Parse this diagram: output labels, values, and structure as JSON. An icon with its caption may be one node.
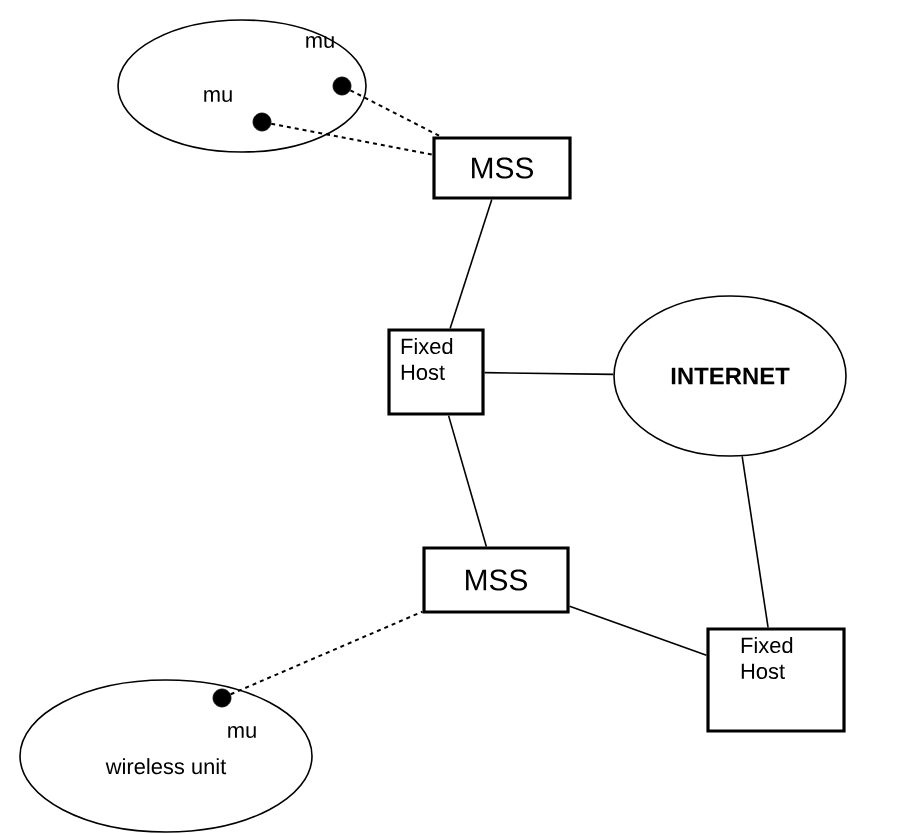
{
  "diagram": {
    "nodes": [
      {
        "text": [],
        "shape": "ellipse"
      },
      {
        "text": [],
        "shape": "circle",
        "in": 0,
        "beside": [
          "mu"
        ]
      },
      {
        "text": [],
        "shape": "circle",
        "in": 0,
        "beside": [
          "mu"
        ]
      },
      {
        "text": [
          "MSS"
        ]
      },
      {
        "text": [
          "Fixed Host"
        ]
      },
      {
        "text": [
          "INTERNET"
        ]
      },
      {
        "text": [
          "MSS"
        ]
      },
      {
        "text": [
          "Fixed Host"
        ]
      },
      {
        "text": [
          "wireless unit"
        ]
      },
      {
        "text": [],
        "shape": "circle",
        "in": 8,
        "beside": [
          "mu"
        ]
      }
    ],
    "edges": [
      {
        "from": 1,
        "to": 3,
        "arrow": "none",
        "style": "dashed"
      },
      {
        "from": 2,
        "to": 3,
        "arrow": "none",
        "style": "dashed"
      },
      {
        "from": 3,
        "to": 4,
        "arrow": "none"
      },
      {
        "from": 4,
        "to": 5,
        "arrow": "none"
      },
      {
        "from": 4,
        "to": 6,
        "arrow": "none"
      },
      {
        "from": 5,
        "to": 7,
        "arrow": "none"
      },
      {
        "from": 6,
        "to": 7,
        "arrow": "none"
      },
      {
        "from": 9,
        "to": 6,
        "arrow": "none",
        "style": "dashed"
      }
    ]
  }
}
